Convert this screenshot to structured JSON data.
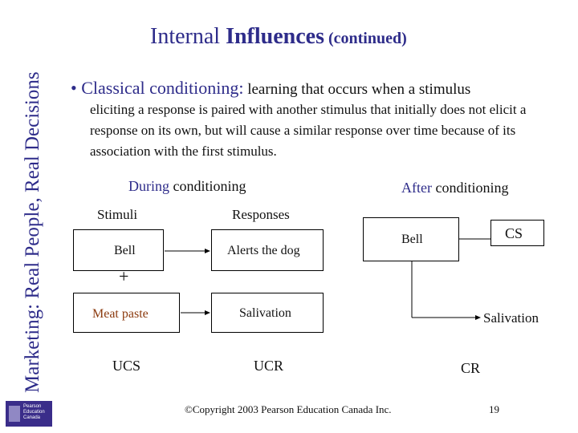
{
  "side_banner": "Marketing: Real People, Real Decisions",
  "title": {
    "part1": "Internal ",
    "part2": "Influences",
    "part3": " (continued)"
  },
  "bullet": {
    "marker": "•",
    "term": "Classical conditioning:",
    "lead": " learning that occurs when a stimulus",
    "body": "eliciting a response is paired with another stimulus that initially does not elicit a response on its own, but will cause a similar response over time because of its association with the first stimulus."
  },
  "during": {
    "heading_word1": "During",
    "heading_word2": " conditioning",
    "col_stimuli": "Stimuli",
    "col_responses": "Responses",
    "bell": "Bell",
    "alerts": "Alerts the dog",
    "plus": "+",
    "meat": "Meat paste",
    "salivation": "Salivation",
    "ucs": "UCS",
    "ucr": "UCR"
  },
  "after": {
    "heading_word1": "After",
    "heading_word2": " conditioning",
    "bell": "Bell",
    "cs": "CS",
    "salivation": "Salivation",
    "cr": "CR"
  },
  "footer": {
    "copyright": "©Copyright 2003 Pearson Education Canada Inc.",
    "page": "19"
  },
  "logo": {
    "line1": "Pearson",
    "line2": "Education",
    "line3": "Canada"
  }
}
